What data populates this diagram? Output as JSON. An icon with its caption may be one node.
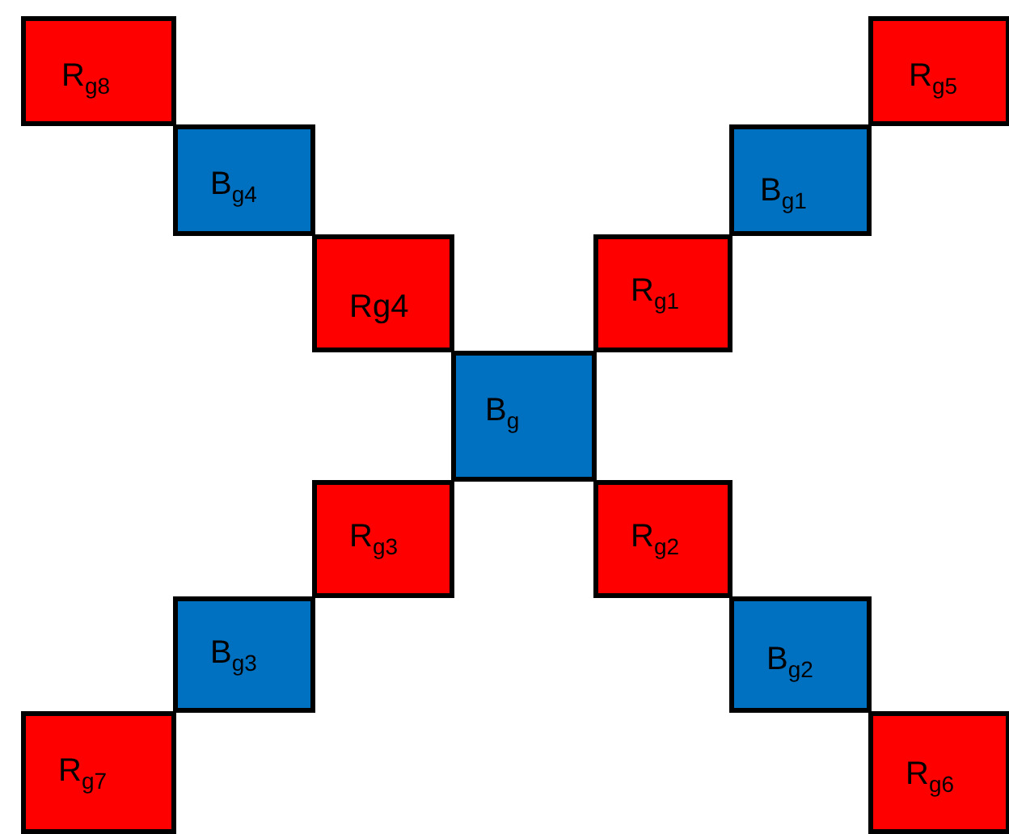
{
  "diagram": {
    "nodes": [
      {
        "text": [
          "R$_{g8}$"
        ]
      },
      {
        "text": [
          "R$_{g5}$"
        ]
      },
      {
        "text": [
          "B$_{g4}$"
        ]
      },
      {
        "text": [
          "B$_{g1}$"
        ]
      },
      {
        "text": [
          "Rg4"
        ]
      },
      {
        "text": [
          "R$_{g1}$"
        ]
      },
      {
        "text": [
          "B$_{g}$"
        ]
      },
      {
        "text": [
          "R$_{g3}$"
        ]
      },
      {
        "text": [
          "R$_{g2}$"
        ]
      },
      {
        "text": [
          "B$_{g3}$"
        ]
      },
      {
        "text": [
          "B$_{g2}$"
        ]
      },
      {
        "text": [
          "R$_{g7}$"
        ]
      },
      {
        "text": [
          "R$_{g6}$"
        ]
      }
    ]
  }
}
